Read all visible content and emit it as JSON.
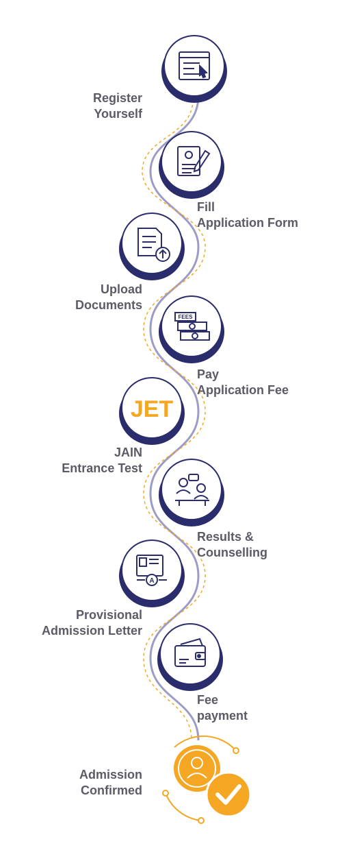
{
  "steps": [
    {
      "line1": "Register",
      "line2": "Yourself",
      "icon": "form-window-icon"
    },
    {
      "line1": "Fill",
      "line2": "Application Form",
      "icon": "document-pen-icon"
    },
    {
      "line1": "Upload",
      "line2": "Documents",
      "icon": "document-upload-icon"
    },
    {
      "line1": "Pay",
      "line2": "Application Fee",
      "icon": "fees-money-icon"
    },
    {
      "line1": "JAIN",
      "line2": "Entrance Test",
      "icon": "jet-logo",
      "badge": "JET"
    },
    {
      "line1": "Results &",
      "line2": "Counselling",
      "icon": "counselling-icon"
    },
    {
      "line1": "Provisional",
      "line2": "Admission Letter",
      "icon": "certificate-icon"
    },
    {
      "line1": "Fee",
      "line2": "payment",
      "icon": "wallet-icon"
    },
    {
      "line1": "Admission",
      "line2": "Confirmed",
      "icon": "confirmed-check-icon"
    }
  ],
  "colors": {
    "navy": "#2b2c6b",
    "text": "#5b5b66",
    "accent": "#f5a623",
    "path": "#9d9cc4"
  }
}
